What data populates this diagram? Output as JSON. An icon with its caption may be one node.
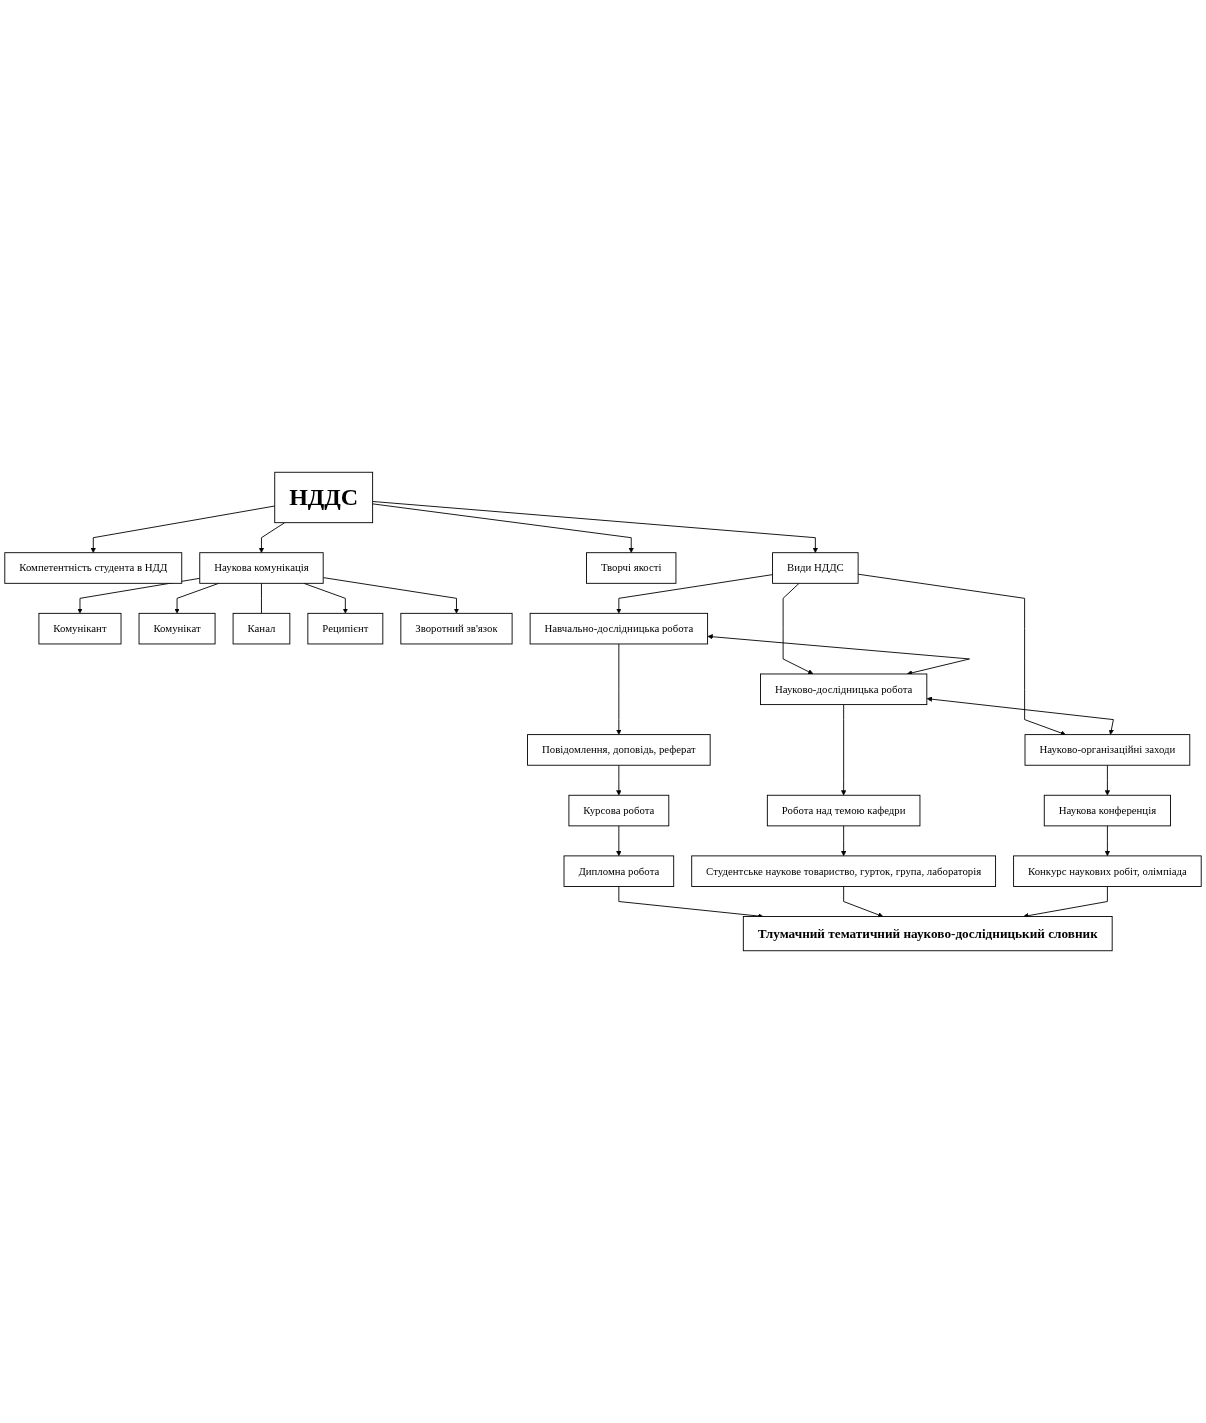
{
  "diagram": {
    "nodes": [
      {
        "text": [
          "Комунікант"
        ]
      },
      {
        "text": [
          "Комунікат"
        ]
      },
      {
        "text": [
          "Канал"
        ]
      },
      {
        "text": [
          "Реципієнт"
        ]
      },
      {
        "text": [
          "Зворотний зв'язок"
        ]
      },
      {
        "text": [
          "Компетентність студента в НДД"
        ]
      },
      {
        "text": [
          "Наукова комунікація"
        ]
      },
      {
        "text": [
          "Творчі якості"
        ]
      },
      {
        "text": [
          "НДДС"
        ]
      },
      {
        "text": [
          "Види НДДС"
        ]
      },
      {
        "text": [
          "Навчально-дослідницька робота"
        ]
      },
      {
        "text": [
          "Науково-дослідницька робота"
        ]
      },
      {
        "text": [
          "Науково-організаційні заходи"
        ]
      },
      {
        "text": [
          "Повідомлення, доповідь, реферат"
        ]
      },
      {
        "text": [
          "Курсова робота"
        ]
      },
      {
        "text": [
          "Дипломна робота"
        ]
      },
      {
        "text": [
          "Робота над темою кафедри"
        ]
      },
      {
        "text": [
          "Студентське наукове товариство, гурток, група, лабораторія"
        ]
      },
      {
        "text": [
          "Наукова конференція"
        ]
      },
      {
        "text": [
          "Конкурс наукових робіт, олімпіада"
        ]
      },
      {
        "text": [
          "Тлумачний тематичний науково-дослідницький словник"
        ]
      }
    ],
    "edges": [
      {
        "from": 6,
        "to": 0,
        "arrow": "to"
      },
      {
        "from": 6,
        "to": 1,
        "arrow": "to"
      },
      {
        "from": 6,
        "to": 2,
        "arrow": "none"
      },
      {
        "from": 6,
        "to": 3,
        "arrow": "to"
      },
      {
        "from": 6,
        "to": 4,
        "arrow": "to"
      },
      {
        "from": 8,
        "to": 5,
        "arrow": "to"
      },
      {
        "from": 8,
        "to": 6,
        "arrow": "to"
      },
      {
        "from": 8,
        "to": 7,
        "arrow": "to"
      },
      {
        "from": 8,
        "to": 9,
        "arrow": "to"
      },
      {
        "from": 9,
        "to": 10,
        "arrow": "to"
      },
      {
        "from": 9,
        "to": 11,
        "arrow": "to"
      },
      {
        "from": 9,
        "to": 12,
        "arrow": "to"
      },
      {
        "from": 10,
        "to": 11,
        "arrow": "both"
      },
      {
        "from": 11,
        "to": 12,
        "arrow": "both"
      },
      {
        "from": 10,
        "to": 13,
        "arrow": "to"
      },
      {
        "from": 13,
        "to": 14,
        "arrow": "to"
      },
      {
        "from": 14,
        "to": 15,
        "arrow": "to"
      },
      {
        "from": 11,
        "to": 16,
        "arrow": "to"
      },
      {
        "from": 16,
        "to": 17,
        "arrow": "to"
      },
      {
        "from": 12,
        "to": 18,
        "arrow": "to"
      },
      {
        "from": 18,
        "to": 19,
        "arrow": "to"
      },
      {
        "from": 15,
        "to": 20,
        "arrow": "to"
      },
      {
        "from": 17,
        "to": 20,
        "arrow": "to"
      },
      {
        "from": 19,
        "to": 20,
        "arrow": "to"
      }
    ]
  }
}
